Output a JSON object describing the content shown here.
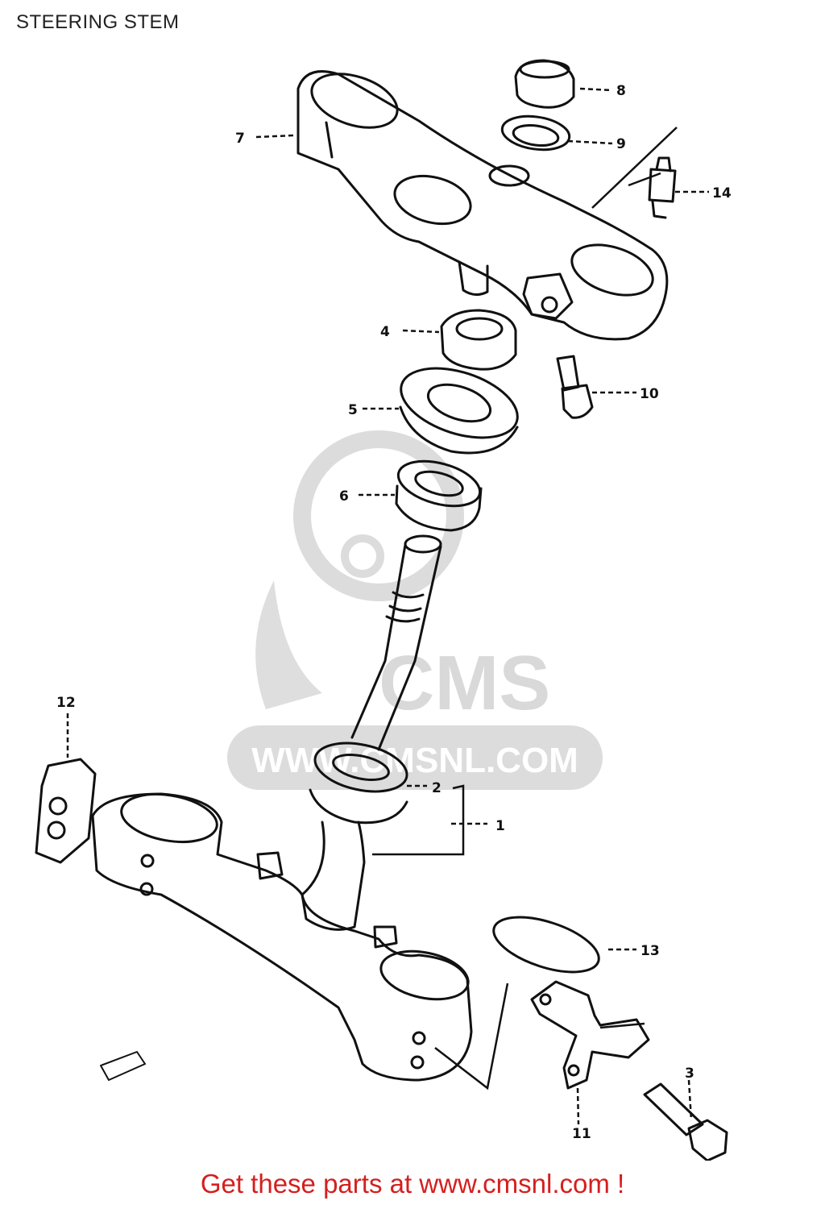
{
  "header": {
    "title": "STEERING STEM"
  },
  "watermark": {
    "brand": "CMS",
    "site": "WWW.CMSNL.COM",
    "color": "#d9d9d9"
  },
  "footer": {
    "text": "Get these parts at www.cmsnl.com !",
    "color": "#d41f1f"
  },
  "callouts": [
    {
      "id": "part-1",
      "label": "1"
    },
    {
      "id": "part-2",
      "label": "2"
    },
    {
      "id": "part-3",
      "label": "3"
    },
    {
      "id": "part-4",
      "label": "4"
    },
    {
      "id": "part-5",
      "label": "5"
    },
    {
      "id": "part-6",
      "label": "6"
    },
    {
      "id": "part-7",
      "label": "7"
    },
    {
      "id": "part-8",
      "label": "8"
    },
    {
      "id": "part-9",
      "label": "9"
    },
    {
      "id": "part-10",
      "label": "10"
    },
    {
      "id": "part-11",
      "label": "11"
    },
    {
      "id": "part-12",
      "label": "12"
    },
    {
      "id": "part-13",
      "label": "13"
    },
    {
      "id": "part-14",
      "label": "14"
    }
  ]
}
